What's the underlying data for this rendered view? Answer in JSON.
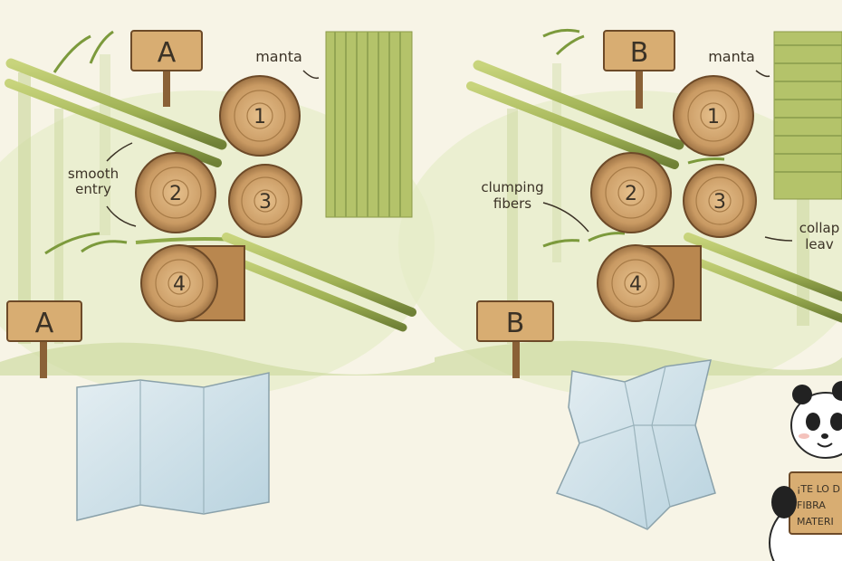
{
  "panel_a": {
    "sign_top": "A",
    "sign_bottom": "A",
    "label_output": "manta",
    "annotation": [
      "smooth",
      "entry"
    ],
    "rollers": [
      "1",
      "2",
      "3",
      "4"
    ]
  },
  "panel_b": {
    "sign_top": "B",
    "sign_bottom": "B",
    "label_output": "manta",
    "annotation_left": [
      "clumping",
      "fibers"
    ],
    "annotation_right": [
      "collap",
      "leav"
    ],
    "rollers": [
      "1",
      "2",
      "3",
      "4"
    ]
  },
  "panda_sign": [
    "¡TE LO D",
    "FIBRA",
    "MATERI"
  ],
  "colors": {
    "background": "#f7f4e6",
    "wood": "#c99a63",
    "wood_dark": "#8a6137",
    "bamboo": "#a8b85c",
    "mat": "#b4c36a",
    "paper": "#cfe0e8"
  }
}
